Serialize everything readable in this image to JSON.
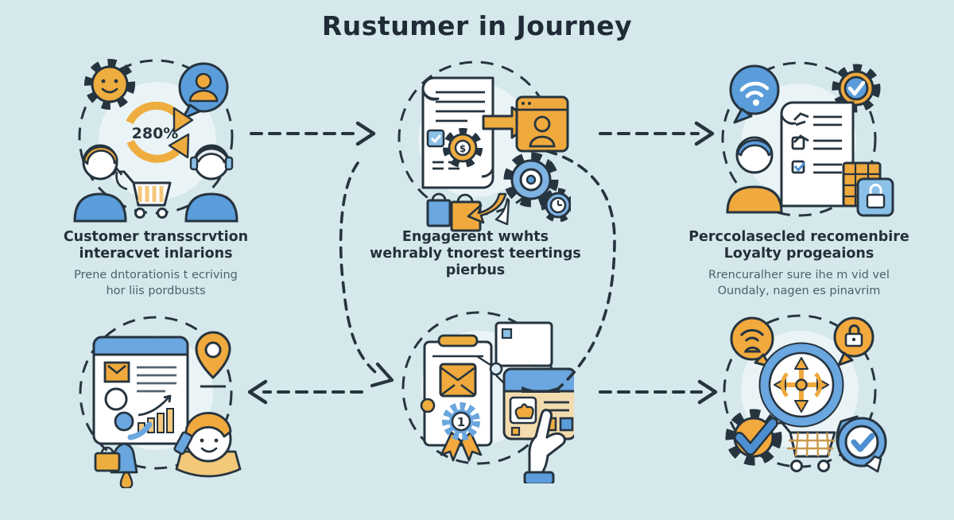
{
  "title": "Rustumer in Journey",
  "palette": {
    "background": "#d5e8ec",
    "ink": "#26343f",
    "blue": "#5b9ddb",
    "light_blue": "#8bc0e8",
    "orange": "#efa93d",
    "light_orange": "#f4c87c",
    "heading_color": "#243039",
    "subtext_color": "#4e5f6b"
  },
  "nodes": [
    {
      "id": "customer-interaction",
      "badge": "280%",
      "heading": [
        "Customer transscrvtion",
        "interacvet inlarions"
      ],
      "subtext": [
        "Prene dntorationis t ecriving",
        "hor liis pordbusts"
      ],
      "icons": [
        "gear-smiley-icon",
        "avatar-chat-bubble-icon",
        "growth-refresh-arrows-icon",
        "customer-icon",
        "support-agent-icon",
        "shopping-cart-icon",
        "swap-arrow-icon"
      ]
    },
    {
      "id": "engagement",
      "gear_symbol": "$",
      "heading": [
        "Engagerent wwhts",
        "wehrably tnorest teertings",
        "pierbus"
      ],
      "subtext": [],
      "icons": [
        "invoice-scroll-icon",
        "sticky-note-icon",
        "dollar-gear-icon",
        "transfer-arrow-icon",
        "user-window-icon",
        "process-gear-icon",
        "clock-gear-icon",
        "shopping-bag-blue-icon",
        "shopping-bag-orange-icon",
        "down-arrows-icon"
      ]
    },
    {
      "id": "personalized-recommendations",
      "heading": [
        "Perccolasecled recomenbire",
        "Loyalty progeaions"
      ],
      "subtext": [
        "Rrencuralher sure ihe m vid vel",
        "Oundaly, nagen es pinavrim"
      ],
      "icons": [
        "wifi-chat-bubble-icon",
        "approval-gear-icon",
        "customer-icon",
        "checklist-document-icon",
        "secure-database-icon"
      ]
    },
    {
      "id": "analytics-review",
      "icons": [
        "analytics-dashboard-icon",
        "map-pin-icon",
        "analyst-figure-icon",
        "briefcase-icon",
        "support-caller-icon",
        "phone-icon"
      ]
    },
    {
      "id": "rewards-selection",
      "badge": "1",
      "icons": [
        "certificate-mail-icon",
        "first-place-rosette-icon",
        "envelope-icon",
        "storefront-window-icon",
        "pointing-hand-icon",
        "connector-dots-icon"
      ]
    },
    {
      "id": "loyalty-checkout",
      "icons": [
        "wifi-alert-bubble-icon",
        "lock-chat-bubble-icon",
        "omnichannel-arrows-ring-icon",
        "approved-gear-check-icon",
        "shopping-cart-icon",
        "verified-badge-icon"
      ]
    }
  ],
  "arrows": [
    {
      "id": "arrow-top-left-to-middle",
      "direction": "right"
    },
    {
      "id": "arrow-top-middle-to-right",
      "direction": "right"
    },
    {
      "id": "curve-middle-down-left",
      "direction": "down-right"
    },
    {
      "id": "curve-middle-down-right",
      "direction": "down"
    },
    {
      "id": "arrow-bottom-middle-to-left",
      "direction": "left"
    },
    {
      "id": "arrow-bottom-middle-to-right",
      "direction": "right"
    }
  ]
}
